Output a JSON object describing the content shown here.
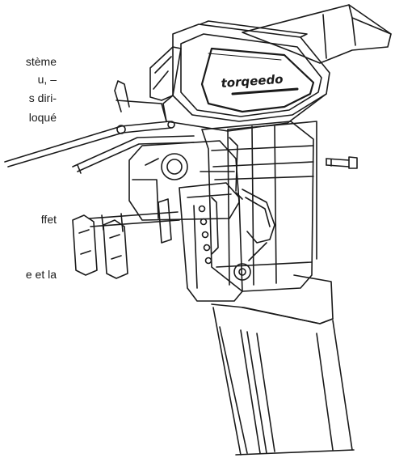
{
  "text_fragments": [
    "stème",
    "u, –",
    "s diri-",
    "loqué",
    "ffet",
    "e et la"
  ],
  "logo_text": "torqeedo",
  "colors": {
    "ink": "#1a1a1a",
    "paper": "#ffffff"
  }
}
